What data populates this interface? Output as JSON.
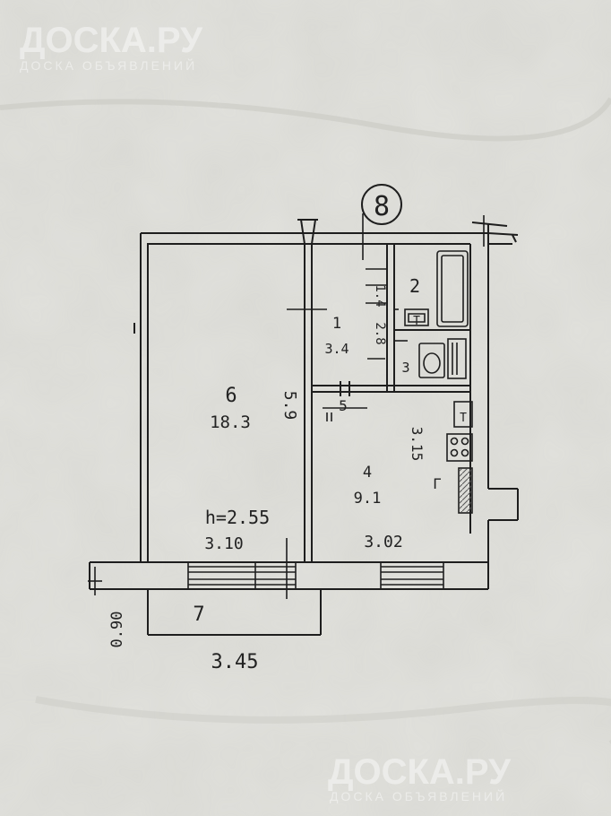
{
  "watermark": {
    "brand": "ДОСКА.РУ",
    "tagline": "ДОСКА ОБЪЯВЛЕНИЙ"
  },
  "plan": {
    "apartment_number": "8",
    "ceiling_height": "h=2.55",
    "rooms": [
      {
        "number": "6",
        "area": "18.3",
        "dimension": "5.9"
      },
      {
        "number": "1",
        "area": "3.4",
        "dimension": "1.4",
        "dimension2": "2.8"
      },
      {
        "number": "2"
      },
      {
        "number": "3"
      },
      {
        "number": "4",
        "area": "9.1",
        "dimension": "3.15"
      },
      {
        "number": "5"
      },
      {
        "number": "7"
      }
    ],
    "dimensions": {
      "room6_width": "3.10",
      "room4_width": "3.02",
      "balcony_width": "3.45",
      "balcony_depth": "0.90"
    },
    "fixture_labels": {
      "toilet_cistern": "T",
      "stove_top": "T",
      "stove_marks": "Γ"
    }
  }
}
